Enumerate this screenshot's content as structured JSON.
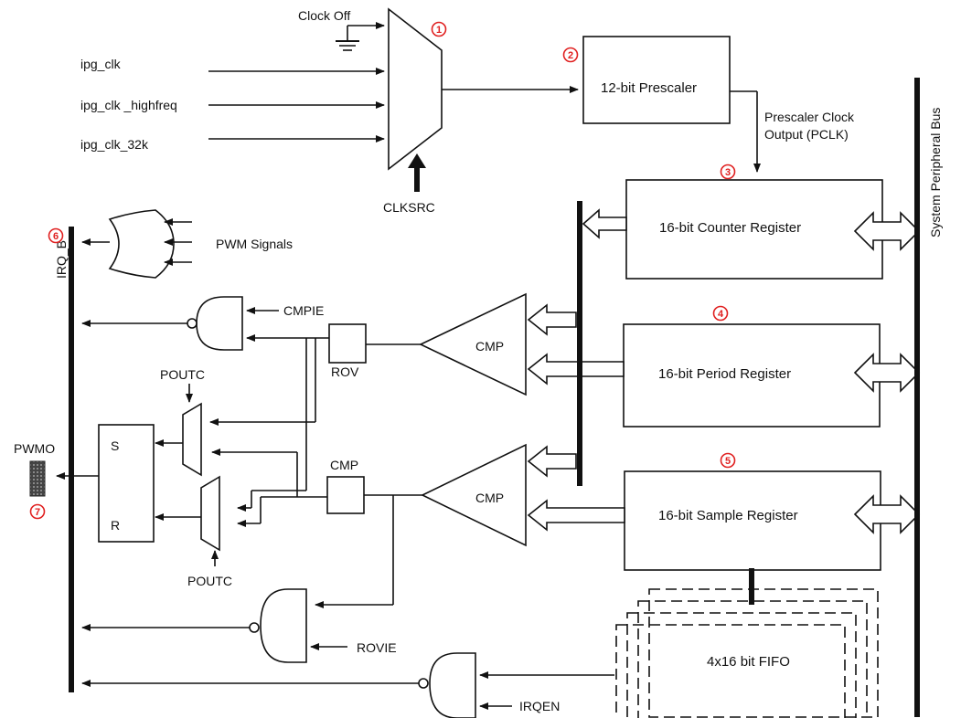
{
  "inputs": {
    "clock_off": "Clock Off",
    "ipg_clk": "ipg_clk",
    "ipg_clk_highfreq": "ipg_clk _highfreq",
    "ipg_clk_32k": "ipg_clk_32k",
    "clksrc": "CLKSRC"
  },
  "blocks": {
    "prescaler": "12-bit Prescaler",
    "prescaler_out_1": "Prescaler Clock",
    "prescaler_out_2": "Output (PCLK)",
    "counter": "16-bit Counter Register",
    "period": "16-bit Period Register",
    "sample": "16-bit Sample Register",
    "fifo": "4x16 bit FIFO",
    "bus": "System Peripheral Bus"
  },
  "logic": {
    "cmp_upper": "CMP",
    "cmp_lower": "CMP",
    "cmp_box": "CMP",
    "rov": "ROV",
    "pwm_signals": "PWM Signals",
    "cmpie": "CMPIE",
    "rovie": "ROVIE",
    "irqen": "IRQEN",
    "poutc_top": "POUTC",
    "poutc_bottom": "POUTC",
    "latch_s": "S",
    "latch_r": "R",
    "irq_b": "IRQ_B",
    "pwmo": "PWMO"
  },
  "markers": [
    "1",
    "2",
    "3",
    "4",
    "5",
    "6",
    "7"
  ],
  "colors": {
    "line": "#111111",
    "marker": "#e02020",
    "pin": "#333333"
  }
}
